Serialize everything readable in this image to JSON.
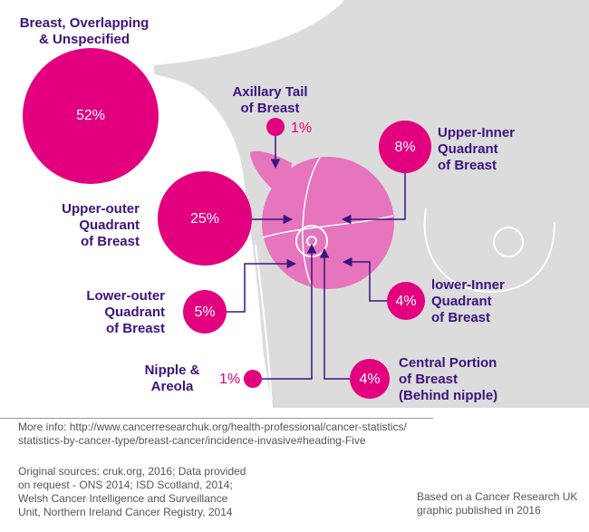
{
  "colors": {
    "accent": "#e3007e",
    "label": "#3d137e",
    "breast_fill": "#e675bd",
    "body": "#dcdcdc",
    "arrow": "#3d137e"
  },
  "segments": [
    {
      "id": "overlapping",
      "name": "Breast, Overlapping\n& Unspecified",
      "value": "52%"
    },
    {
      "id": "axillary",
      "name": "Axillary Tail\nof Breast",
      "value": "1%"
    },
    {
      "id": "upper-inner",
      "name": "Upper-Inner\nQuadrant\nof Breast",
      "value": "8%"
    },
    {
      "id": "upper-outer",
      "name": "Upper-outer\nQuadrant\nof Breast",
      "value": "25%"
    },
    {
      "id": "lower-outer",
      "name": "Lower-outer\nQuadrant\nof Breast",
      "value": "5%"
    },
    {
      "id": "lower-inner",
      "name": "lower-Inner\nQuadrant\nof Breast",
      "value": "4%"
    },
    {
      "id": "nipple",
      "name": "Nipple &\nAreola",
      "value": "1%"
    },
    {
      "id": "central",
      "name": "Central Portion\nof Breast\n(Behind nipple)",
      "value": "4%"
    }
  ],
  "footer": {
    "more_info": "More info: http://www.cancerresearchuk.org/health-professional/cancer-statistics/\nstatistics-by-cancer-type/breast-cancer/incidence-invasive#heading-Five",
    "sources": "Original sources: cruk.org, 2016; Data provided\non request - ONS 2014; ISD Scotland, 2014;\nWelsh Cancer Intelligence and Surveillance\nUnit, Northern Ireland Cancer Registry, 2014",
    "attribution": "Based on a Cancer Research UK\ngraphic published in 2016"
  }
}
